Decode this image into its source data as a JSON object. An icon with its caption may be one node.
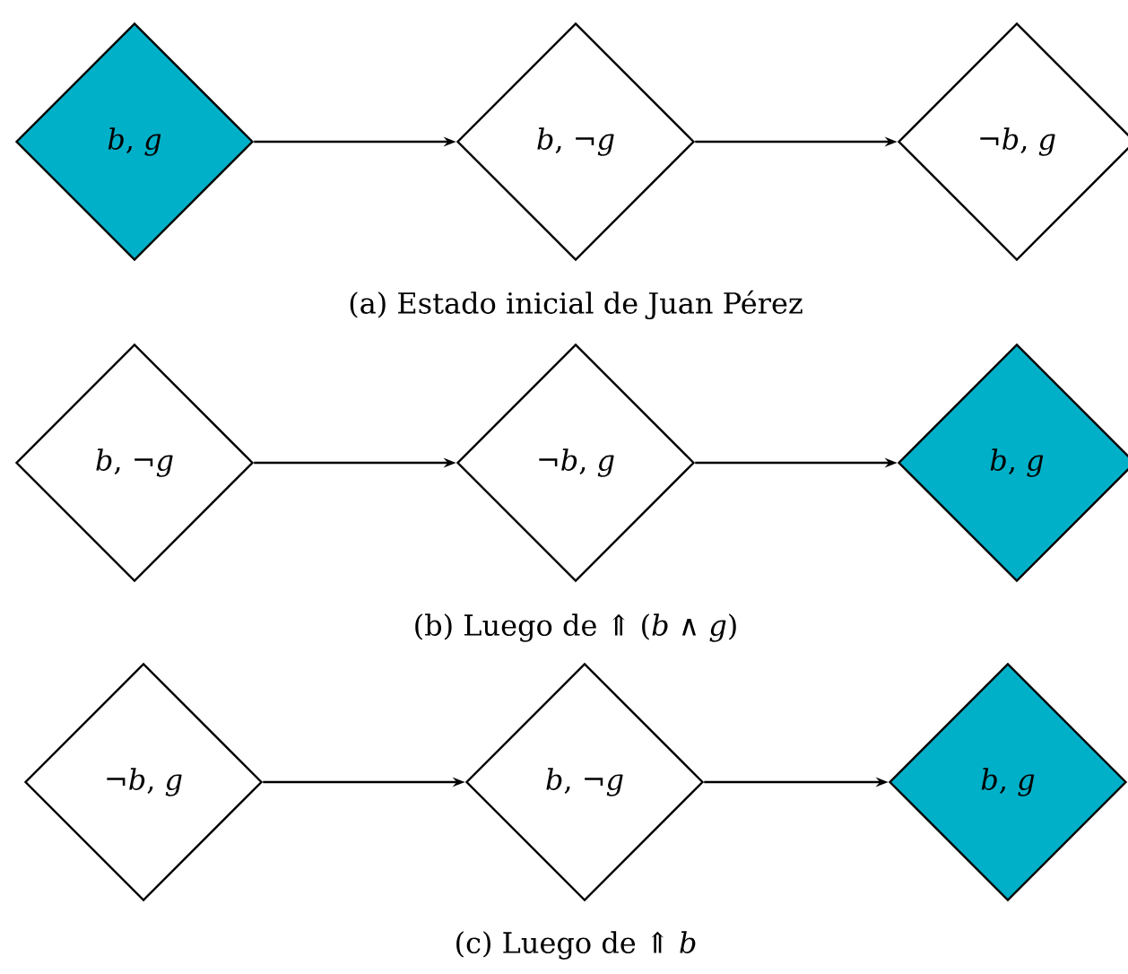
{
  "diagram": {
    "nodes": [
      {
        "text": [
          "*b*, *g*"
        ]
      },
      {
        "text": [
          "*b*, ¬*g*"
        ]
      },
      {
        "text": [
          "¬*b*, *g*"
        ]
      },
      {
        "text": [
          "*b*, ¬*g*"
        ]
      },
      {
        "text": [
          "¬*b*, *g*"
        ]
      },
      {
        "text": [
          "*b*, *g*"
        ]
      },
      {
        "text": [
          "¬*b*, *g*"
        ]
      },
      {
        "text": [
          "*b*, ¬*g*"
        ]
      },
      {
        "text": [
          "*b*, *g*"
        ]
      }
    ],
    "edges": [
      {
        "from": 0,
        "to": 1,
        "arrow": "to"
      },
      {
        "from": 1,
        "to": 2,
        "arrow": "to"
      },
      {
        "from": 3,
        "to": 4,
        "arrow": "to"
      },
      {
        "from": 4,
        "to": 5,
        "arrow": "to"
      },
      {
        "from": 6,
        "to": 7,
        "arrow": "to"
      },
      {
        "from": 7,
        "to": 8,
        "arrow": "to"
      }
    ],
    "labels": [
      "(a) Estado inicial de Juan Pérez",
      "(b) Luego de ⇑ (*b* ∧ *g*)",
      "(c) Luego de ⇑ *b*"
    ]
  }
}
